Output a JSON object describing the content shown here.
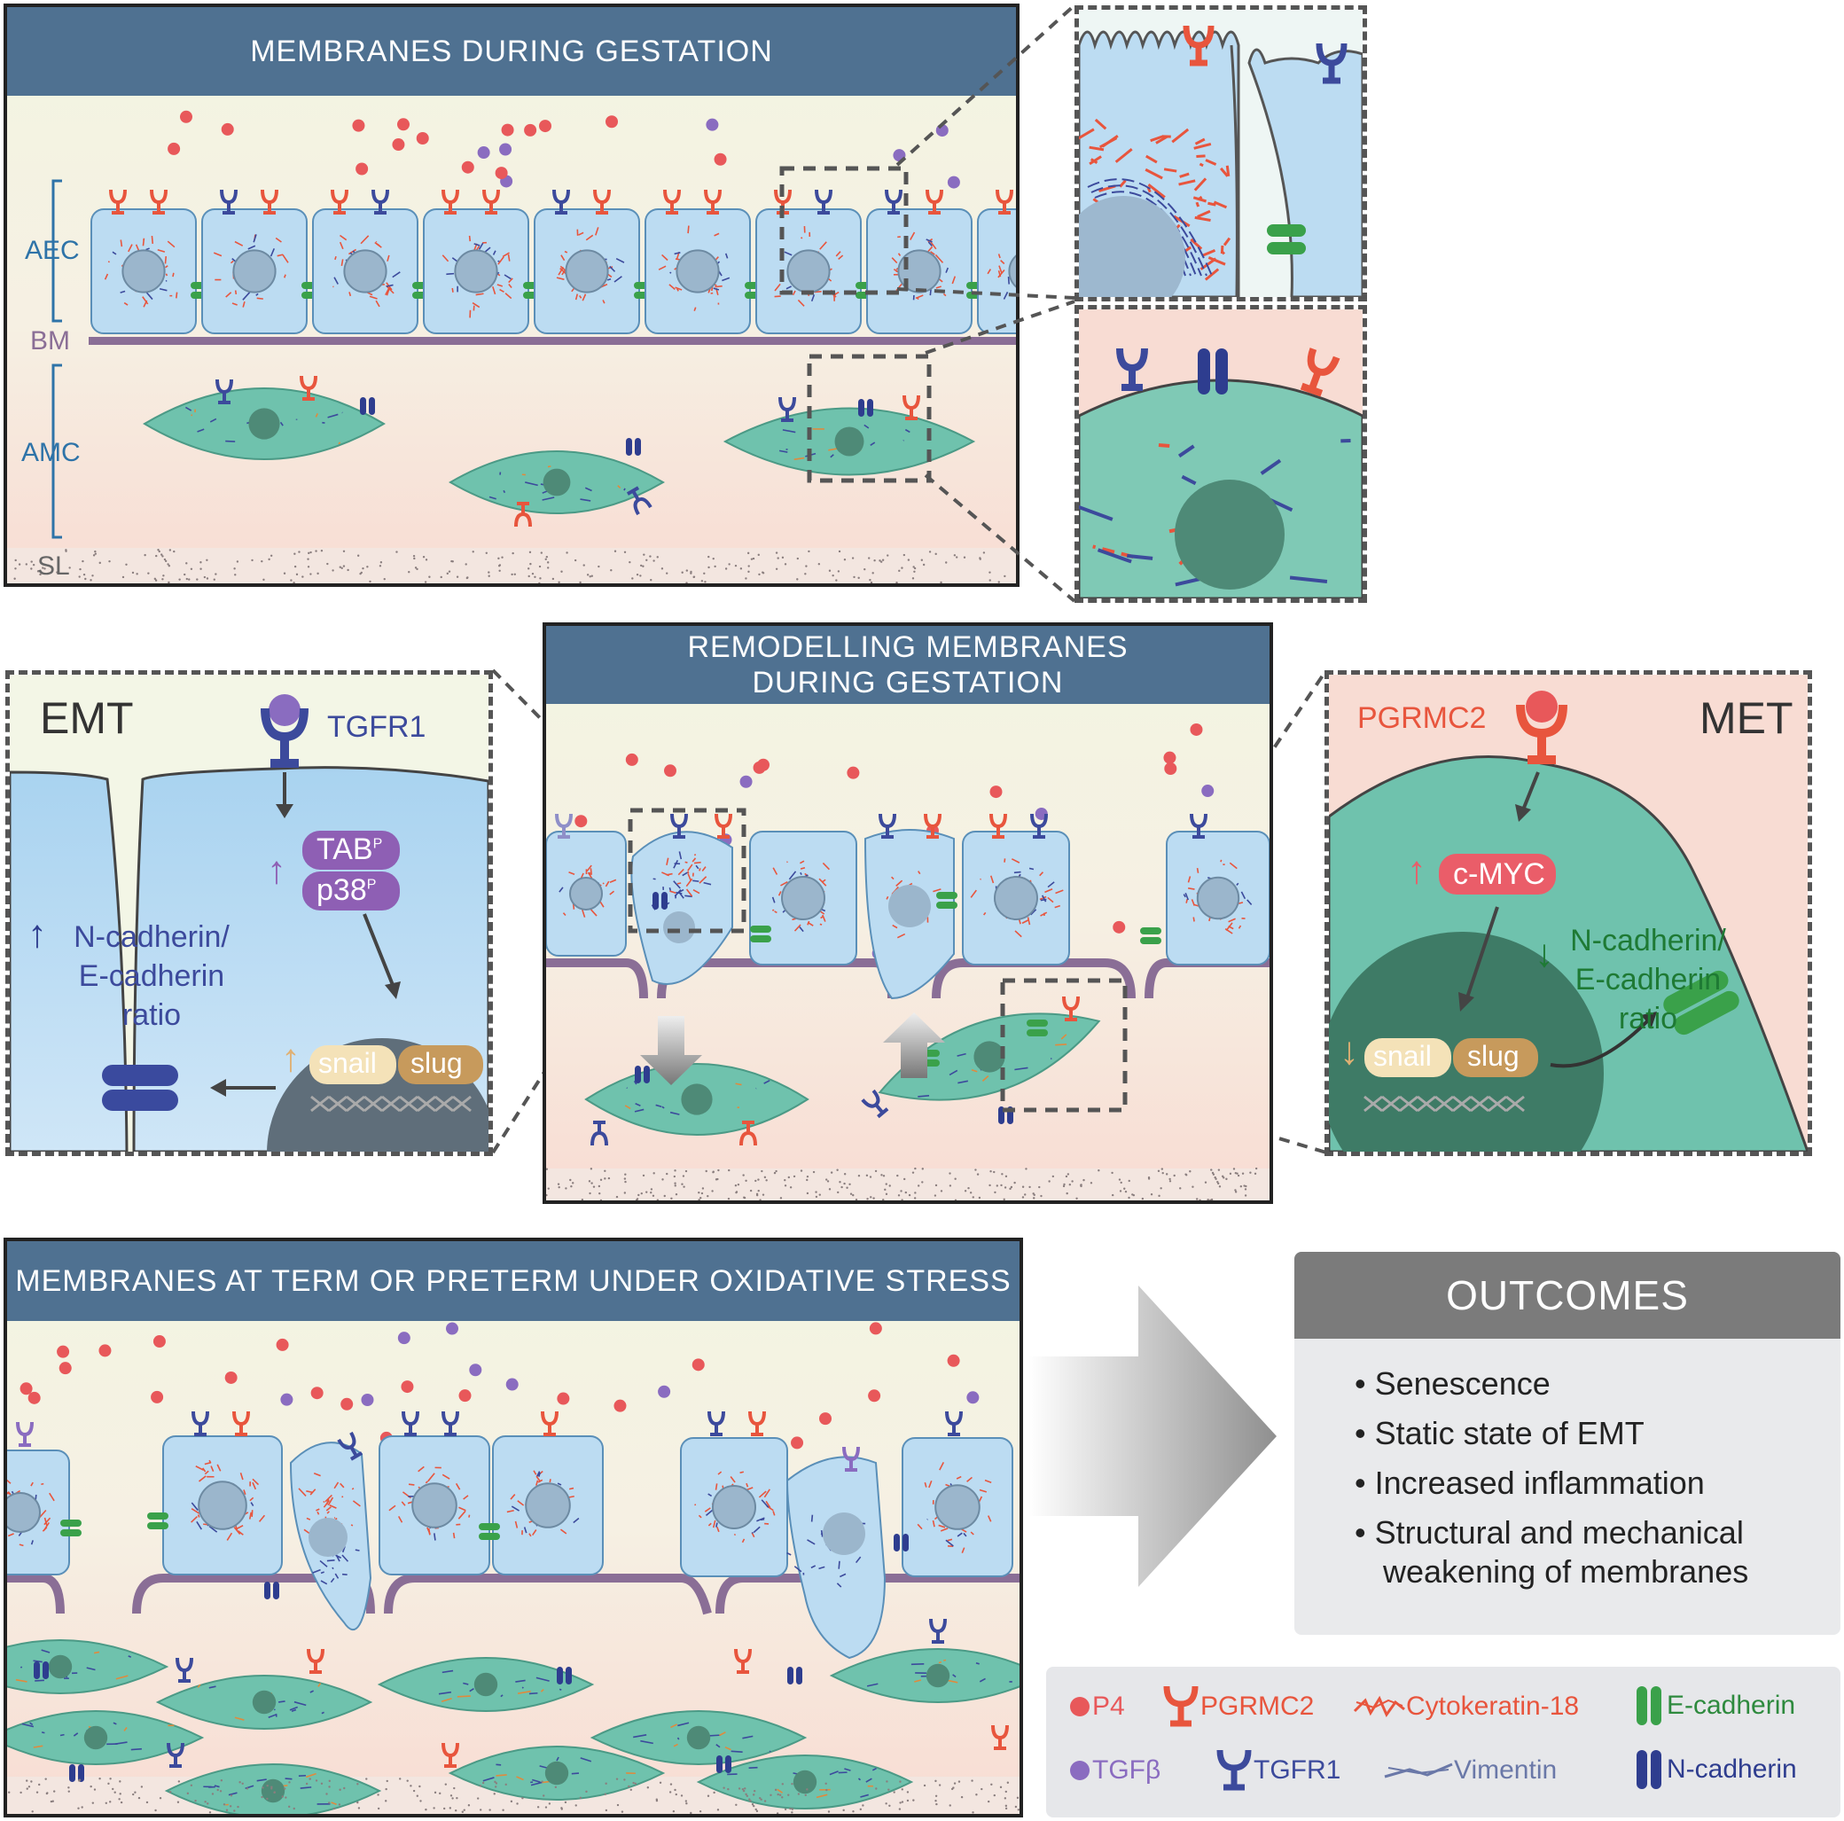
{
  "panel_top": {
    "title": "MEMBRANES DURING GESTATION",
    "labels": {
      "aec": "AEC",
      "bm": "BM",
      "amc": "AMC",
      "sl": "SL"
    }
  },
  "panel_mid": {
    "title_line1": "REMODELLING MEMBRANES",
    "title_line2": "DURING GESTATION"
  },
  "emt": {
    "title": "EMT",
    "receptor": "TGFR1",
    "tab": "TAB",
    "tab_sup": "P",
    "p38": "p38",
    "p38_sup": "P",
    "arrow_up": "↑",
    "ratio_line1": "N-cadherin/",
    "ratio_line2": "E-cadherin",
    "ratio_line3": "ratio",
    "snail": "snail",
    "slug": "slug"
  },
  "met": {
    "title": "MET",
    "receptor": "PGRMC2",
    "cmyc": "c-MYC",
    "arrow_up": "↑",
    "arrow_down": "↓",
    "ratio_line1": "N-cadherin/",
    "ratio_line2": "E-cadherin",
    "ratio_line3": "ratio",
    "snail": "snail",
    "slug": "slug"
  },
  "panel_bottom": {
    "title": "MEMBRANES AT TERM OR PRETERM UNDER OXIDATIVE STRESS"
  },
  "outcomes": {
    "title": "OUTCOMES",
    "items": [
      "Senescence",
      "Static state of EMT",
      "Increased inflammation",
      "Structural and mechanical",
      "weakening of membranes"
    ]
  },
  "legend": {
    "p4": "P4",
    "pgrmc2": "PGRMC2",
    "ck18": "Cytokeratin-18",
    "ecad": "E-cadherin",
    "tgfb": "TGFβ",
    "tgfr1": "TGFR1",
    "vimentin": "Vimentin",
    "ncad": "N-cadherin"
  },
  "colors": {
    "header": "#4f7191",
    "p4": "#e8585a",
    "tgfb": "#8a6cc0",
    "pgrmc2": "#e8553d",
    "tgfr1": "#3c4a9c",
    "ecad": "#3aa14a",
    "ncad": "#2e3d8f",
    "epithelial": "#bcdcf2",
    "mesenchymal": "#6fc2ad",
    "bm": "#8a6e96"
  }
}
